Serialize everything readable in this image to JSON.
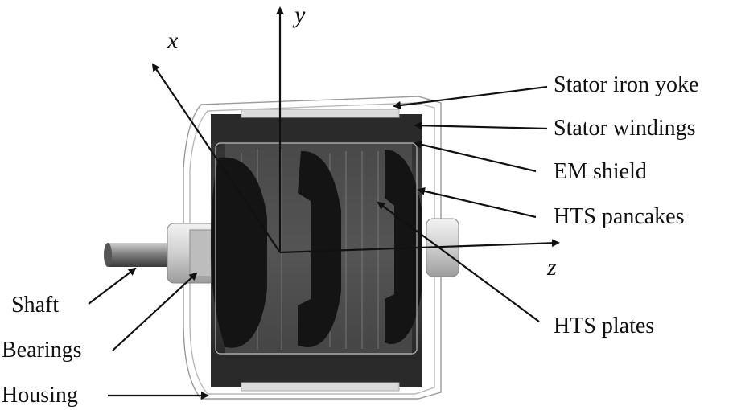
{
  "figure": {
    "axes": {
      "x": "x",
      "y": "y",
      "z": "z"
    },
    "labels": {
      "stator_iron_yoke": "Stator iron yoke",
      "stator_windings": "Stator windings",
      "em_shield": "EM shield",
      "hts_pancakes": "HTS pancakes",
      "hts_plates": "HTS plates",
      "shaft": "Shaft",
      "bearings": "Bearings",
      "housing": "Housing"
    },
    "colors": {
      "ink": "#111111",
      "dark_part": "#1f1f1f",
      "yoke": "#d9d9d9",
      "housing_line": "#9a9a9a"
    }
  }
}
